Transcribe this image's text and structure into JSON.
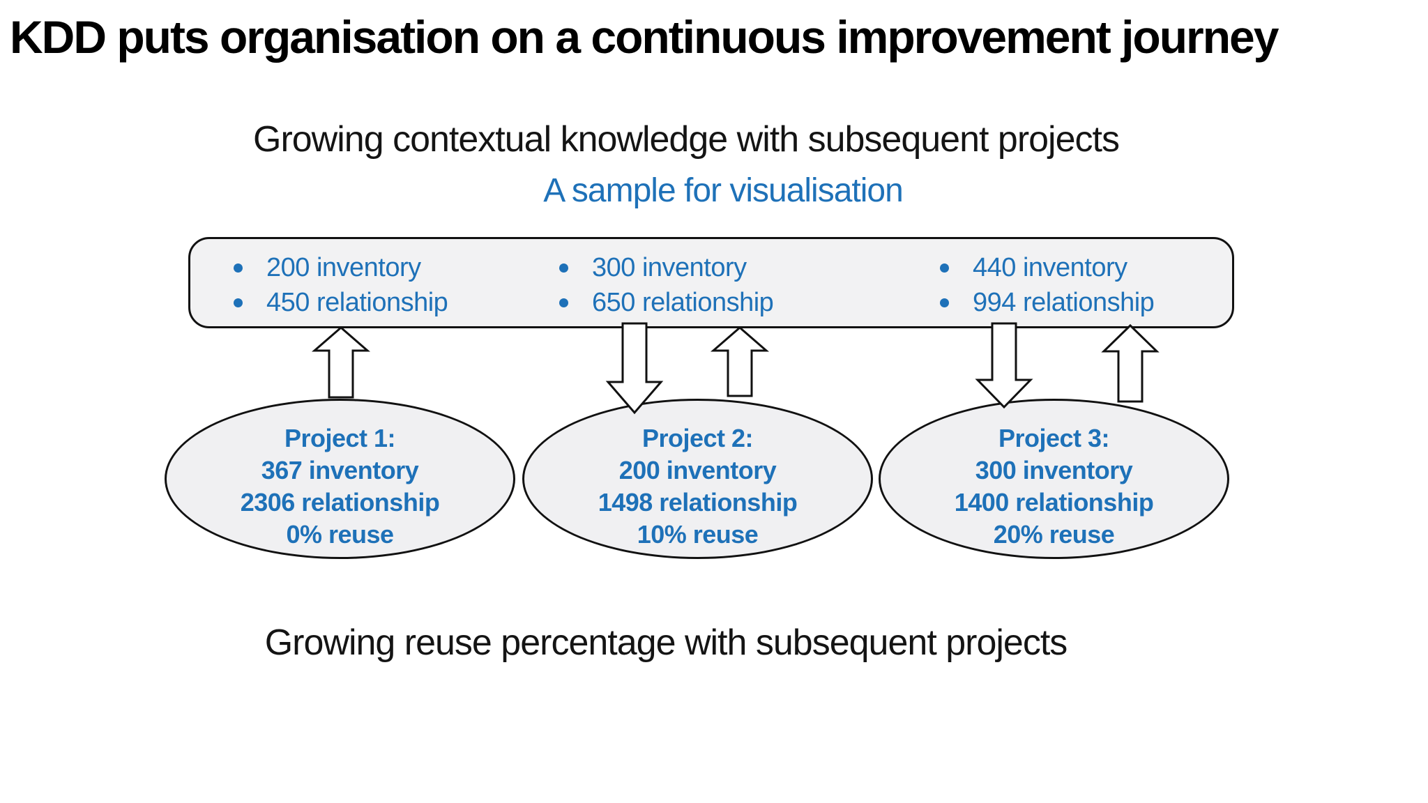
{
  "slide": {
    "title": "KDD puts organisation on a continuous improvement journey",
    "heading_top": "Growing contextual knowledge with subsequent projects",
    "heading_sample": "A sample for visualisation",
    "caption_bottom": "Growing reuse percentage with subsequent projects"
  },
  "colors": {
    "accent_blue": "#1E71B8",
    "panel_fill": "#F2F2F3",
    "ellipse_fill": "#F0F0F2",
    "stroke": "#111111",
    "arrow_fill": "#FFFFFF"
  },
  "knowledge_panel": {
    "columns": [
      {
        "bullets": [
          "200 inventory",
          "450 relationship"
        ]
      },
      {
        "bullets": [
          "300 inventory",
          "650 relationship"
        ]
      },
      {
        "bullets": [
          "440 inventory",
          "994 relationship"
        ]
      }
    ]
  },
  "projects": [
    {
      "title": "Project 1:",
      "lines": [
        "367 inventory",
        "2306 relationship",
        "0% reuse"
      ]
    },
    {
      "title": "Project 2:",
      "lines": [
        "200 inventory",
        "1498 relationship",
        "10% reuse"
      ]
    },
    {
      "title": "Project 3:",
      "lines": [
        "300 inventory",
        "1400 relationship",
        "20% reuse"
      ]
    }
  ],
  "arrows": [
    {
      "id": "project1-to-panel",
      "direction": "up"
    },
    {
      "id": "panel-to-project2",
      "direction": "down"
    },
    {
      "id": "project2-to-panel",
      "direction": "up"
    },
    {
      "id": "panel-to-project3",
      "direction": "down"
    },
    {
      "id": "project3-to-panel",
      "direction": "up"
    }
  ]
}
